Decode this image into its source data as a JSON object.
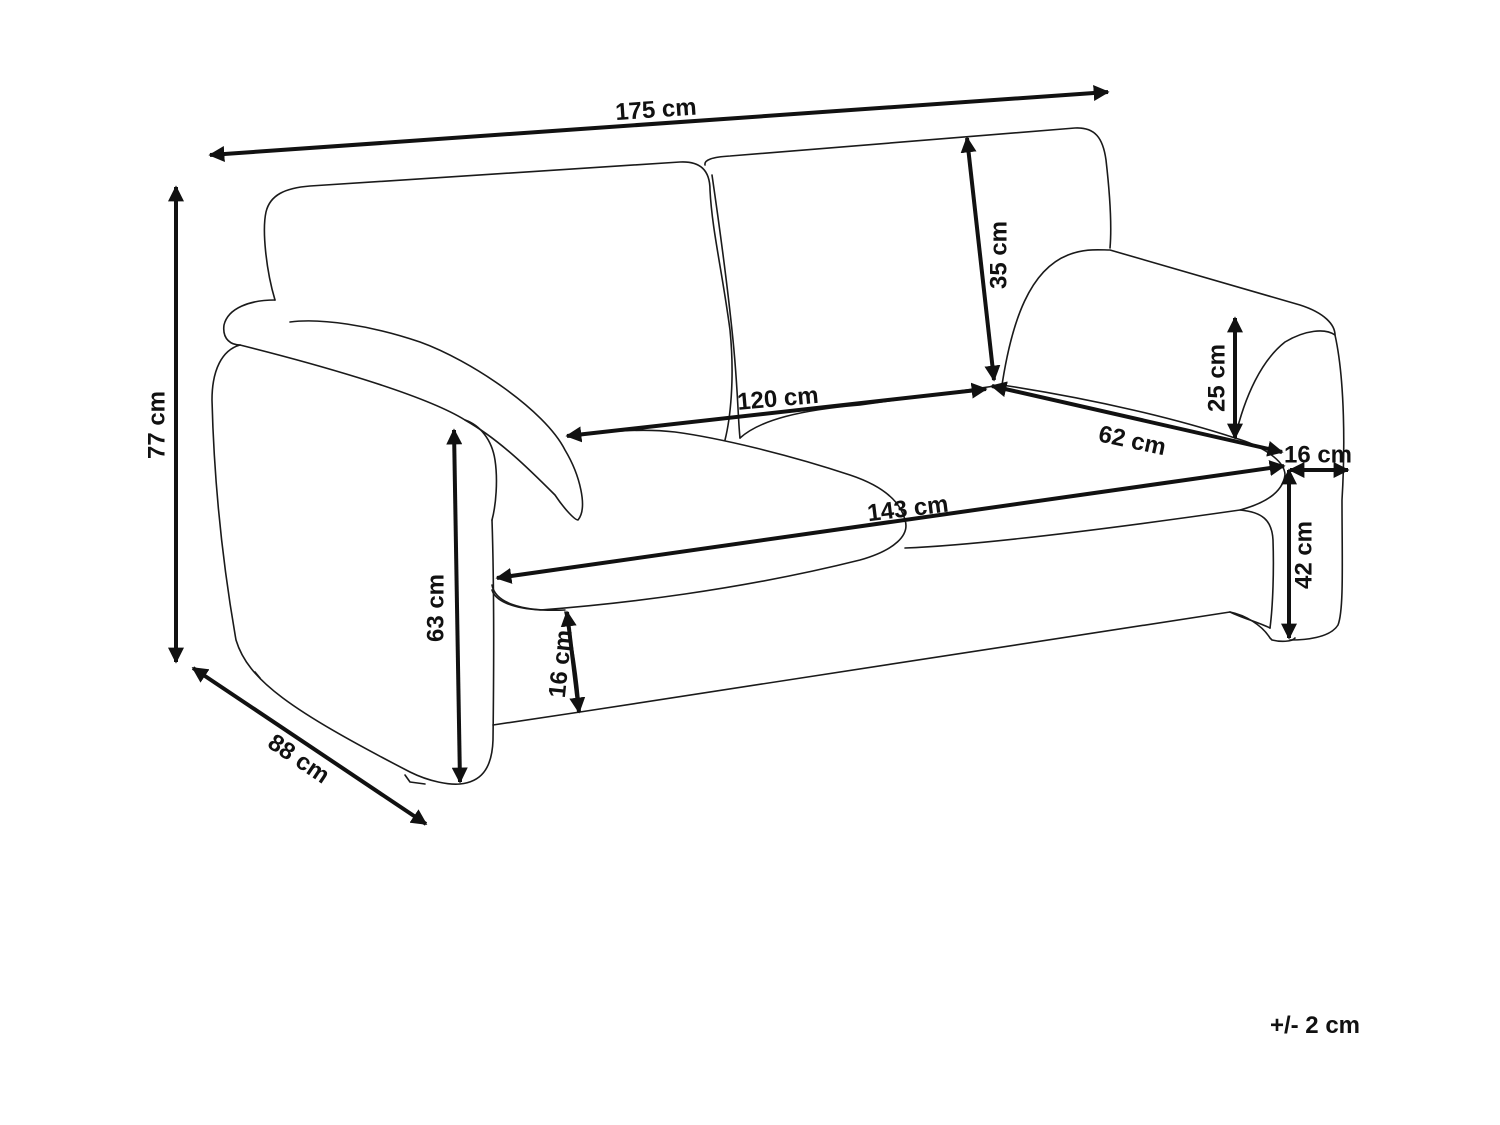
{
  "dimensions": {
    "overall_width": "175 cm",
    "overall_height": "77 cm",
    "overall_depth": "88 cm",
    "backrest_height": "35 cm",
    "armrest_height_above_seat": "25 cm",
    "seat_width": "120 cm",
    "seat_depth": "62 cm",
    "armrest_width": "16 cm",
    "inner_width": "143 cm",
    "seat_height": "42 cm",
    "arm_height": "63 cm",
    "base_clearance": "16 cm"
  },
  "tolerance": "+/- 2 cm",
  "colors": {
    "line": "#1a1a1a",
    "dimension": "#111111",
    "background": "#ffffff"
  }
}
